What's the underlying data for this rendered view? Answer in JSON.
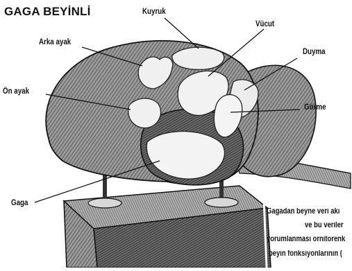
{
  "title": "GAGA BEYİNLİ",
  "labels": {
    "kuyruk": "Kuyruk",
    "vucut": "Vücut",
    "arka_ayak": "Arka ayak",
    "duyma": "Duyma",
    "on_ayak": "Ön ayak",
    "gorme": "Görme",
    "gaga": "Gaga"
  },
  "caption_lines": [
    "Gagadan beyne veri akı",
    "ve bu veriler",
    "yorumlanması ornitorenk",
    "beyin fonksiyonlarının ("
  ],
  "colors": {
    "ink": "#111111",
    "brain_shade": "#7a7a7a",
    "region_fill": "#f2f2f2",
    "background": "#ffffff"
  }
}
